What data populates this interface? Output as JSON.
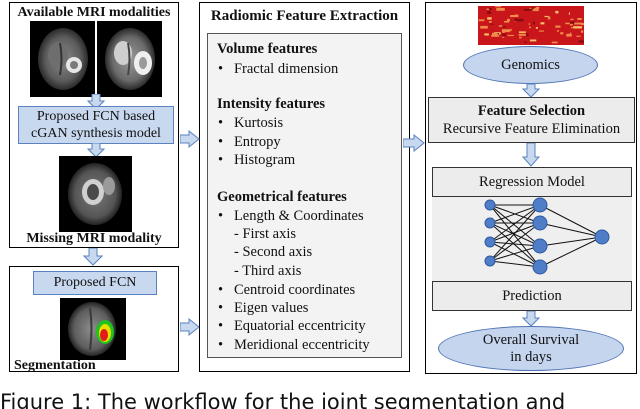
{
  "panel1": {
    "title": "Available MRI modalities",
    "synthesis_label_line1": "Proposed FCN based",
    "synthesis_label_line2": "cGAN synthesis model",
    "missing_label": "Missing MRI modality"
  },
  "panel2": {
    "fcn_label": "Proposed FCN",
    "seg_label": "Segmentation"
  },
  "panel3": {
    "title": "Radiomic Feature Extraction",
    "volume_head": "Volume features",
    "volume_items": [
      "Fractal dimension"
    ],
    "intensity_head": "Intensity features",
    "intensity_items": [
      "Kurtosis",
      "Entropy",
      "Histogram"
    ],
    "geom_head": "Geometrical features",
    "geom_items": [
      "Length & Coordinates"
    ],
    "geom_subitems": [
      "- First axis",
      "- Second axis",
      "- Third axis"
    ],
    "geom_items2": [
      "Centroid coordinates",
      "Eigen values",
      "Equatorial eccentricity",
      "Meridional eccentricity"
    ],
    "bullet": "•"
  },
  "panel4": {
    "genomics": "Genomics",
    "fs_title": "Feature Selection",
    "fs_sub": "Recursive Feature Elimination",
    "regression": "Regression Model",
    "prediction": "Prediction",
    "survival_line1": "Overall Survival",
    "survival_line2": "in days"
  },
  "caption": "Figure 1: The workflow for the joint segmentation and"
}
